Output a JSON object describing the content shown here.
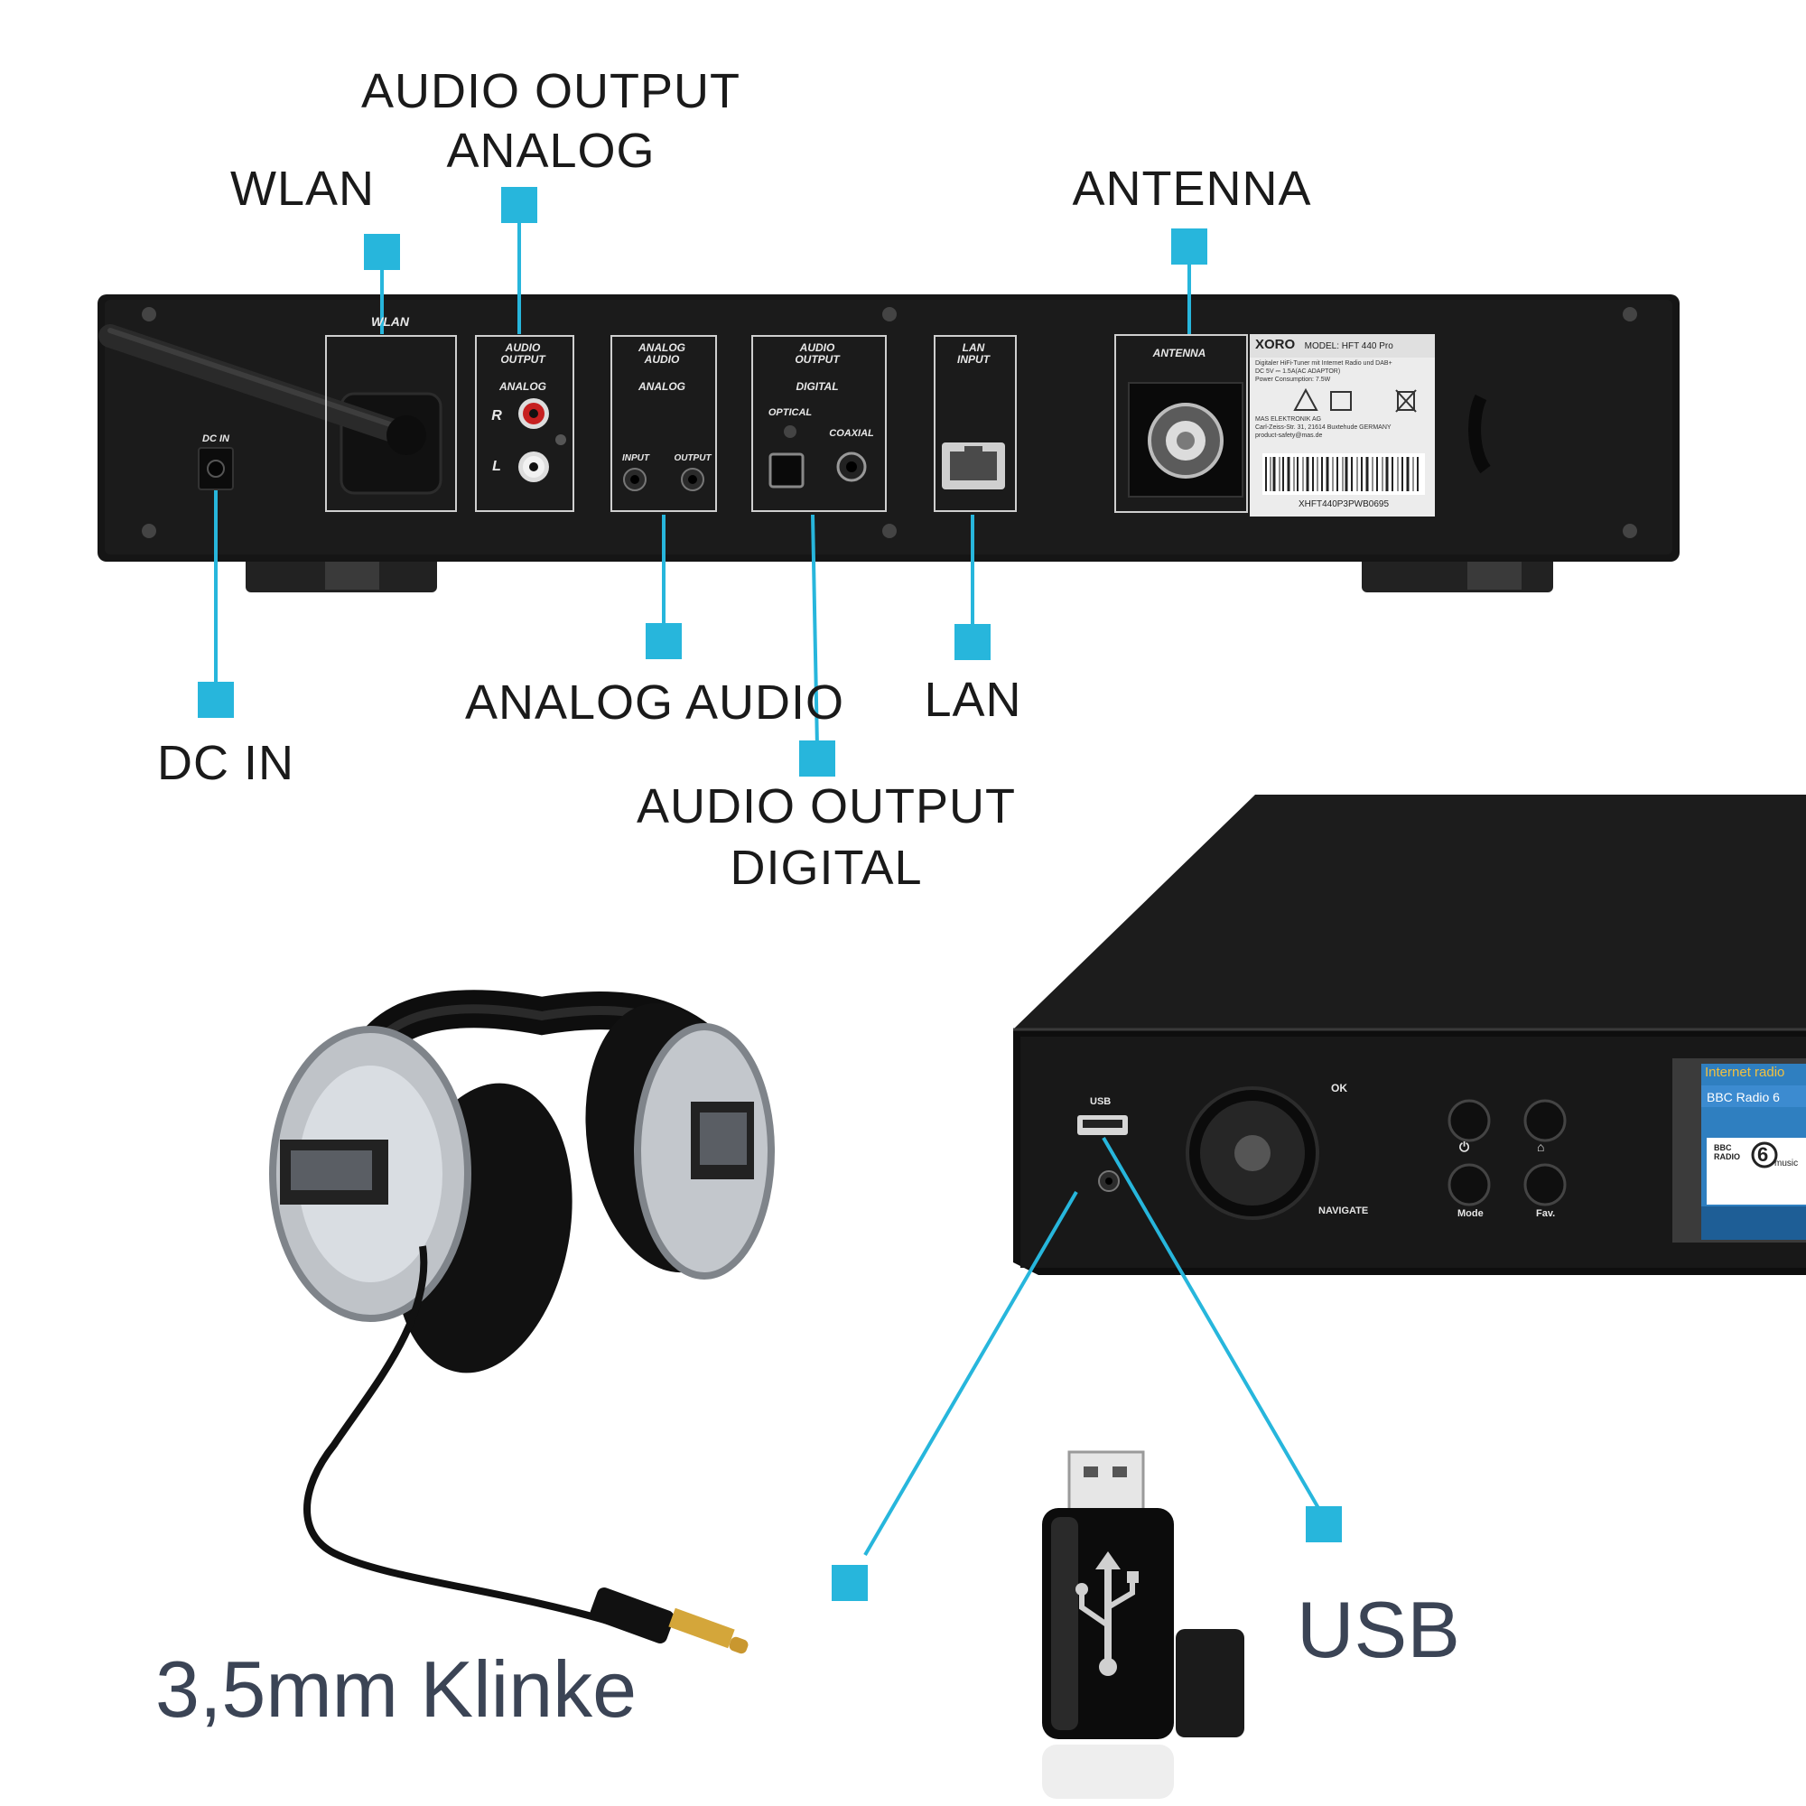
{
  "callouts": {
    "audio_output_analog_1": "AUDIO OUTPUT",
    "audio_output_analog_2": "ANALOG",
    "wlan": "WLAN",
    "antenna": "ANTENNA",
    "dc_in": "DC IN",
    "analog_audio": "ANALOG AUDIO",
    "lan": "LAN",
    "audio_output_digital_1": "AUDIO OUTPUT",
    "audio_output_digital_2": "DIGITAL",
    "klinke": "3,5mm Klinke",
    "usb": "USB"
  },
  "rear_panel": {
    "wlan": "WLAN",
    "dc_in": "DC IN",
    "audio_output_1": "AUDIO",
    "audio_output_2": "OUTPUT",
    "analog": "ANALOG",
    "r": "R",
    "l": "L",
    "analog_audio_1": "ANALOG",
    "analog_audio_2": "AUDIO",
    "analog_audio_sub": "ANALOG",
    "input": "INPUT",
    "output": "OUTPUT",
    "digital_audio_1": "AUDIO",
    "digital_audio_2": "OUTPUT",
    "digital": "DIGITAL",
    "optical": "OPTICAL",
    "coaxial": "COAXIAL",
    "lan_1": "LAN",
    "lan_2": "INPUT",
    "antenna": "ANTENNA"
  },
  "label_sticker": {
    "brand": "XORO",
    "model": "MODEL: HFT 440 Pro",
    "line1": "Digitaler HiFi-Tuner mit Internet Radio und DAB+",
    "line2": "DC 5V ⎓ 1.5A(AC ADAPTOR)",
    "line3": "Power Consumption: 7.5W",
    "line4": "MAS ELEKTRONIK AG",
    "line5": "Carl-Zeiss-Str. 31, 21614 Buxtehude GERMANY",
    "line6": "product-safety@mas.de",
    "serial": "XHFT440P3PWB0695"
  },
  "front_panel": {
    "usb": "USB",
    "ok": "OK",
    "navigate": "NAVIGATE",
    "mode": "Mode",
    "fav": "Fav.",
    "display_title": "Internet radio",
    "display_station": "BBC Radio 6",
    "bbc_1": "BBC",
    "bbc_2": "RADIO",
    "six": "6",
    "music": "music"
  },
  "colors": {
    "accent": "#27b6dc",
    "device": "#141414",
    "text": "#1a1a1a",
    "big_text": "#3b4455"
  }
}
